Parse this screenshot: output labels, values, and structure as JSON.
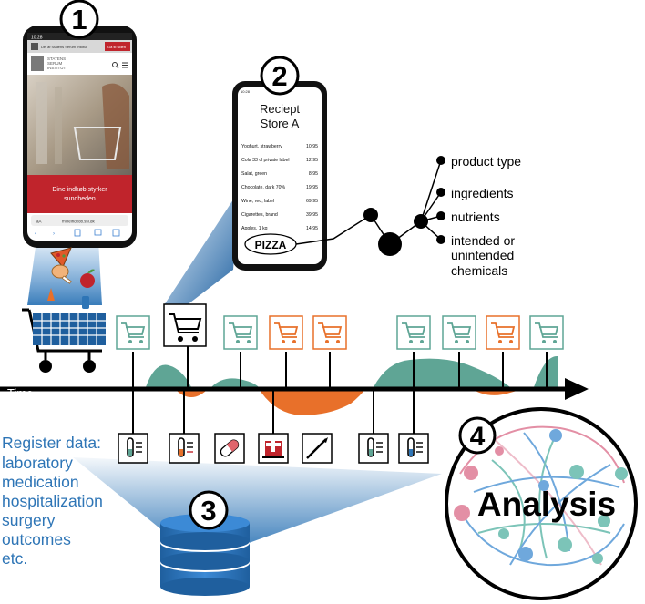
{
  "step_numbers": [
    "1",
    "2",
    "3",
    "4"
  ],
  "phone": {
    "status_left": "10:28",
    "status_right": "",
    "banner_text": "Del af Statens Serum Institut",
    "banner_button": "Gå til siden",
    "brand_line1": "STATENS",
    "brand_line2": "SERUM",
    "brand_line3": "INSTITUT",
    "promo_line1": "Dine indkøb styrker",
    "promo_line2": "sundheden",
    "url_aa": "aA",
    "url_text": "mineindkob.ssi.dk"
  },
  "receipt": {
    "status_left": "10:28",
    "title_line1": "Reciept",
    "title_line2": "Store A",
    "items": [
      {
        "name": "Yoghurt, strawberry",
        "price": "10.95"
      },
      {
        "name": "Cola 33 cl private label",
        "price": "12.95"
      },
      {
        "name": "Salat, green",
        "price": "8.95"
      },
      {
        "name": "Chocolate, dark 70%",
        "price": "19.95"
      },
      {
        "name": "Wine, red, label",
        "price": "69.95"
      },
      {
        "name": "Cigarettes, brand",
        "price": "39.95"
      },
      {
        "name": "Apples, 1 kg",
        "price": "14.95"
      }
    ],
    "highlight": "PIZZA"
  },
  "attributes": [
    "product type",
    "ingredients",
    "nutrients",
    "intended or",
    "unintended",
    "chemicals"
  ],
  "timeline_label": "Time",
  "register": {
    "title": "Register data:",
    "lines": [
      "laboratory",
      "medication",
      "hospitalization",
      "surgery",
      "outcomes",
      "etc."
    ]
  },
  "analysis_label": "Analysis",
  "colors": {
    "teal": "#5fa595",
    "orange": "#e8702a",
    "blue": "#2e75b6",
    "red": "#c0242c",
    "dark_blue": "#1f5f9e"
  }
}
